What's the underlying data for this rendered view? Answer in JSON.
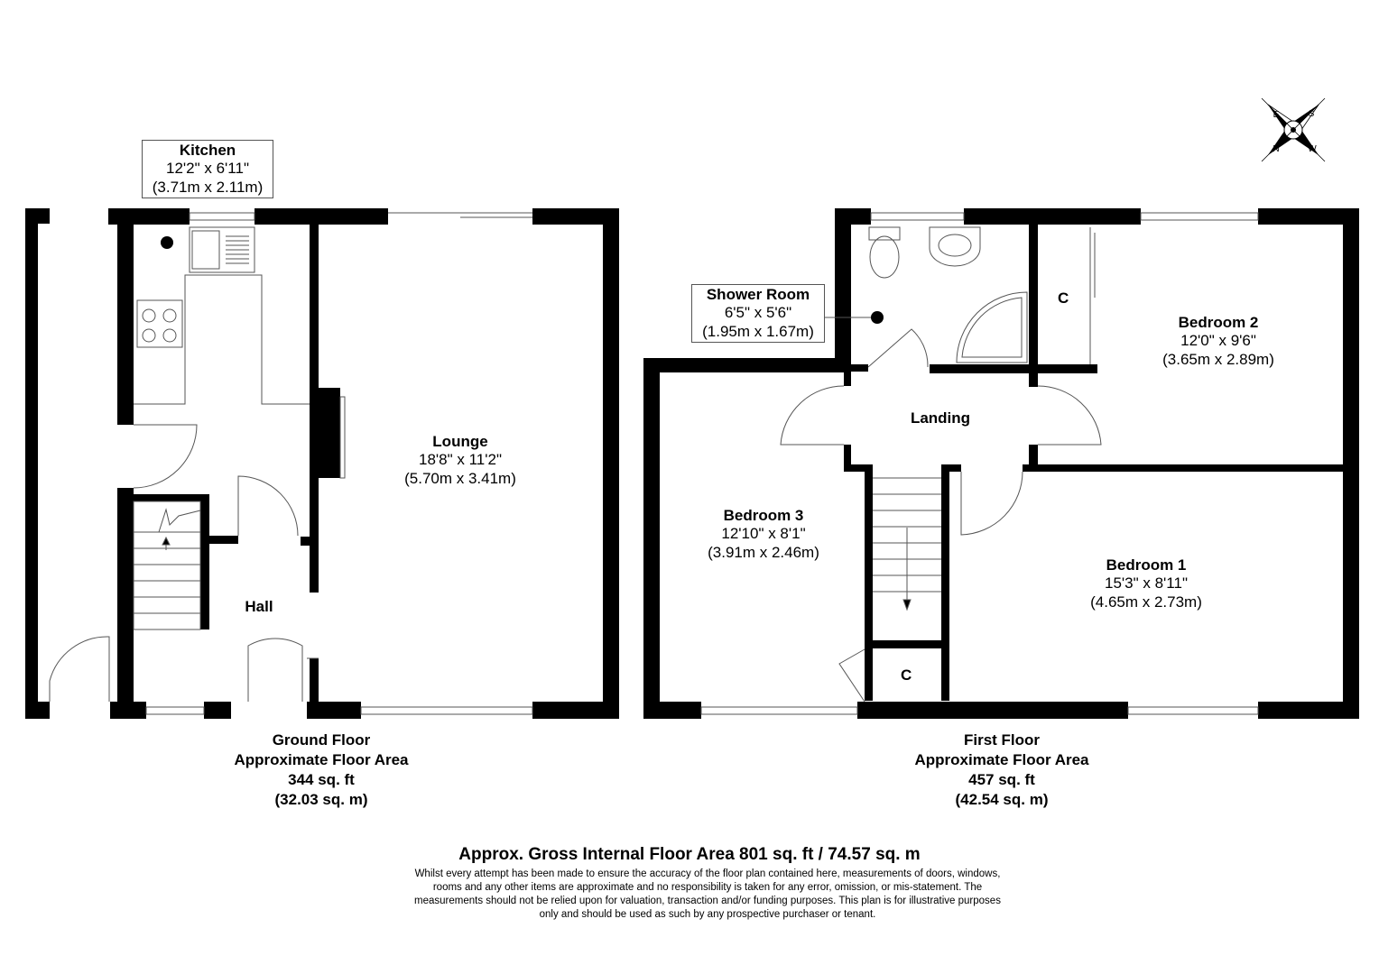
{
  "rooms": {
    "kitchen": {
      "name": "Kitchen",
      "dims": "12'2\" x 6'11\"",
      "metric": "(3.71m x 2.11m)"
    },
    "lounge": {
      "name": "Lounge",
      "dims": "18'8\" x 11'2\"",
      "metric": "(5.70m x 3.41m)"
    },
    "hall": {
      "name": "Hall"
    },
    "shower_room": {
      "name": "Shower Room",
      "dims": "6'5\" x 5'6\"",
      "metric": "(1.95m x 1.67m)"
    },
    "landing": {
      "name": "Landing"
    },
    "bedroom2": {
      "name": "Bedroom 2",
      "dims": "12'0\" x 9'6\"",
      "metric": "(3.65m x 2.89m)"
    },
    "bedroom3": {
      "name": "Bedroom 3",
      "dims": "12'10\" x 8'1\"",
      "metric": "(3.91m x 2.46m)"
    },
    "bedroom1": {
      "name": "Bedroom 1",
      "dims": "15'3\" x 8'11\"",
      "metric": "(4.65m x 2.73m)"
    },
    "cupboard_label": "C"
  },
  "floors": {
    "ground": {
      "name": "Ground Floor",
      "caption": "Approximate Floor Area",
      "sqft": "344 sq. ft",
      "sqm": "(32.03 sq. m)"
    },
    "first": {
      "name": "First Floor",
      "caption": "Approximate Floor Area",
      "sqft": "457 sq. ft",
      "sqm": "(42.54 sq. m)"
    }
  },
  "gross_area": "Approx. Gross Internal Floor Area 801 sq. ft / 74.57 sq. m",
  "disclaimer": [
    "Whilst every attempt has been made to ensure the accuracy of the floor plan contained here, measurements of doors, windows,",
    "rooms and any other items are approximate and no responsibility is taken for any error, omission, or mis-statement. The",
    "measurements should not be relied upon for valuation, transaction and/or funding purposes. This plan is for illustrative purposes",
    "only and should be used as such by any prospective purchaser or tenant."
  ],
  "compass": {
    "n": "N",
    "s": "S",
    "e": "E",
    "w": "W"
  },
  "colors": {
    "wall": "#000000",
    "fixture_line": "#555555",
    "background": "#ffffff"
  }
}
